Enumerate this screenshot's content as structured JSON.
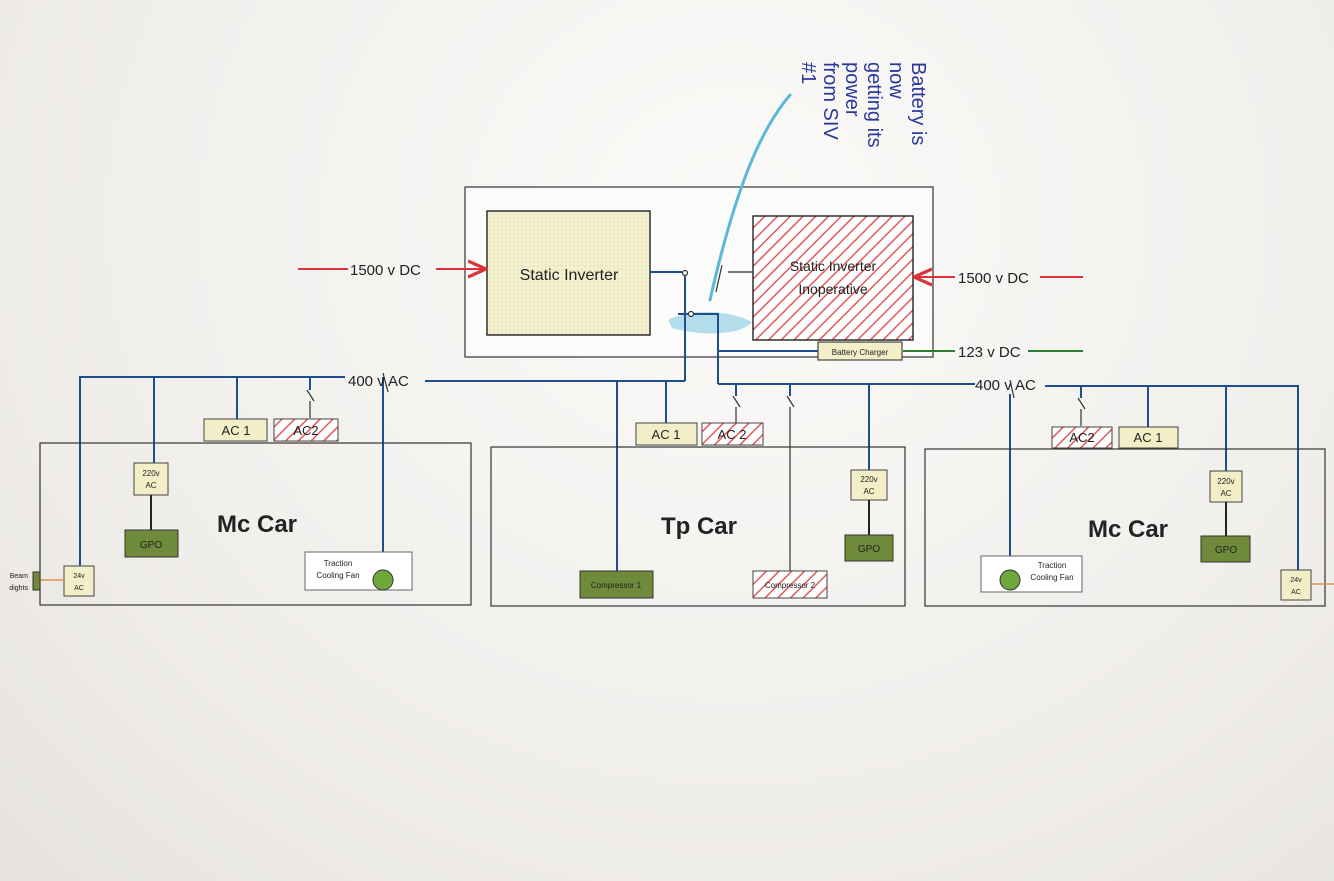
{
  "annotation": {
    "lines": [
      "Battery is",
      "now",
      "getting its",
      "power",
      "from SIV",
      "#1"
    ],
    "color": "#2a3a9a"
  },
  "inverter_left": {
    "label": "Static Inverter"
  },
  "inverter_right": {
    "label_line1": "Static Inverter",
    "label_line2": "Inoperative"
  },
  "battery_charger": {
    "label": "Battery Charger"
  },
  "supply_labels": {
    "dc_left": "1500 v DC",
    "dc_right": "1500 v DC",
    "dc_battery": "123 v DC",
    "ac_left": "400 v AC",
    "ac_right": "400 v AC"
  },
  "cars": {
    "left": {
      "title": "Mc Car",
      "ac1": "AC 1",
      "ac2": "AC2",
      "ac220_line1": "220v",
      "ac220_line2": "AC",
      "gpo": "GPO",
      "fan_line1": "Traction",
      "fan_line2": "Cooling Fan",
      "ac24_line1": "24v",
      "ac24_line2": "AC",
      "edge_line1": "Beam",
      "edge_line2": "dights"
    },
    "middle": {
      "title": "Tp Car",
      "ac1": "AC 1",
      "ac2": "AC 2",
      "ac220_line1": "220v",
      "ac220_line2": "AC",
      "gpo": "GPO",
      "compressor1": "Compressor 1",
      "compressor2": "Compressor 2"
    },
    "right": {
      "title": "Mc Car",
      "ac1": "AC 1",
      "ac2": "AC2",
      "ac220_line1": "220v",
      "ac220_line2": "AC",
      "gpo": "GPO",
      "fan_line1": "Traction",
      "fan_line2": "Cooling Fan",
      "ac24_line1": "24v",
      "ac24_line2": "AC"
    }
  },
  "colors": {
    "bus": "#1f4e8c",
    "dc_supply": "#d9343a",
    "battery_supply": "#2e7d32",
    "highlight": "#5bb8d8",
    "equipment_fill": "#f2efc8",
    "gpo_fill": "#6f8a3a",
    "fault_hatch": "#e05a5a"
  }
}
